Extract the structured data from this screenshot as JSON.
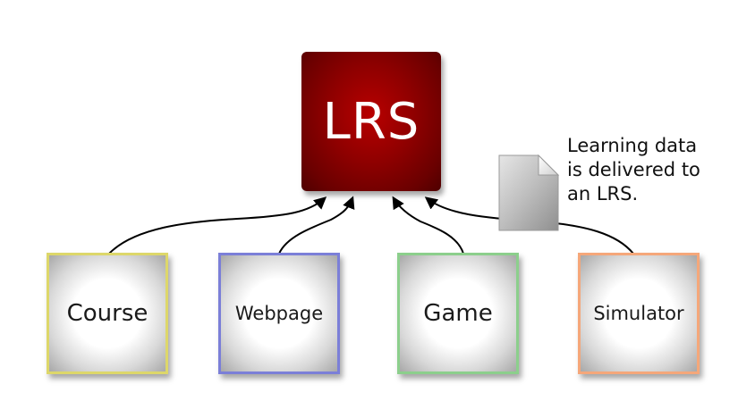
{
  "lrs": {
    "label": "LRS",
    "color": "#8e0000"
  },
  "sources": [
    {
      "id": "course",
      "label": "Course",
      "border_color": "#ddd76a"
    },
    {
      "id": "webpage",
      "label": "Webpage",
      "border_color": "#7b7fd8"
    },
    {
      "id": "game",
      "label": "Game",
      "border_color": "#8ccf8c"
    },
    {
      "id": "simulator",
      "label": "Simulator",
      "border_color": "#f5a77a"
    }
  ],
  "caption": {
    "lines": [
      "Learning data",
      "is delivered to",
      "an LRS."
    ]
  },
  "icons": {
    "document": "document-icon"
  }
}
